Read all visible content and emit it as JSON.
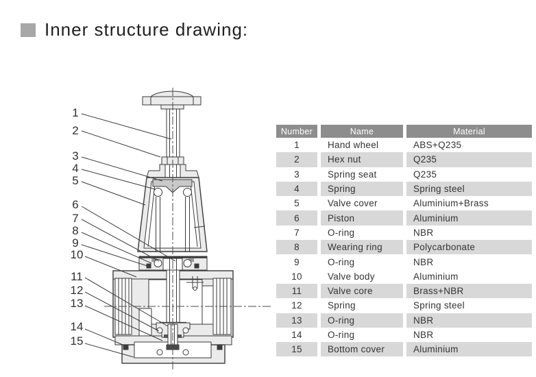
{
  "title": {
    "label": "Inner structure drawing:",
    "bullet_color": "#a7a7a7"
  },
  "drawing": {
    "description": "pressure-regulator-cross-section",
    "callouts": [
      {
        "number": "1"
      },
      {
        "number": "2"
      },
      {
        "number": "3"
      },
      {
        "number": "4"
      },
      {
        "number": "5"
      },
      {
        "number": "6"
      },
      {
        "number": "7"
      },
      {
        "number": "8"
      },
      {
        "number": "9"
      },
      {
        "number": "10"
      },
      {
        "number": "11"
      },
      {
        "number": "12"
      },
      {
        "number": "13"
      },
      {
        "number": "14"
      },
      {
        "number": "15"
      }
    ]
  },
  "table": {
    "headers": {
      "number": "Number",
      "name": "Name",
      "material": "Material"
    },
    "colors": {
      "header_bg": "#8d8d8d",
      "header_text": "#ffffff",
      "stripe": "#d8d8d8",
      "text": "#333333"
    },
    "rows": [
      {
        "number": "1",
        "name": "Hand wheel",
        "material": "ABS+Q235",
        "shaded": false
      },
      {
        "number": "2",
        "name": "Hex nut",
        "material": "Q235",
        "shaded": true
      },
      {
        "number": "3",
        "name": "Spring seat",
        "material": "Q235",
        "shaded": false
      },
      {
        "number": "4",
        "name": "Spring",
        "material": "Spring steel",
        "shaded": true
      },
      {
        "number": "5",
        "name": "Valve cover",
        "material": "Aluminium+Brass",
        "shaded": false
      },
      {
        "number": "6",
        "name": "Piston",
        "material": "Aluminium",
        "shaded": true
      },
      {
        "number": "7",
        "name": "O-ring",
        "material": "NBR",
        "shaded": false
      },
      {
        "number": "8",
        "name": "Wearing ring",
        "material": "Polycarbonate",
        "shaded": true
      },
      {
        "number": "9",
        "name": "O-ring",
        "material": "NBR",
        "shaded": false
      },
      {
        "number": "10",
        "name": "Valve body",
        "material": "Aluminium",
        "shaded": false
      },
      {
        "number": "11",
        "name": "Valve core",
        "material": "Brass+NBR",
        "shaded": true
      },
      {
        "number": "12",
        "name": "Spring",
        "material": "Spring steel",
        "shaded": false
      },
      {
        "number": "13",
        "name": "O-ring",
        "material": "NBR",
        "shaded": true
      },
      {
        "number": "14",
        "name": "O-ring",
        "material": "NBR",
        "shaded": false
      },
      {
        "number": "15",
        "name": "Bottom cover",
        "material": "Aluminium",
        "shaded": true
      }
    ]
  }
}
